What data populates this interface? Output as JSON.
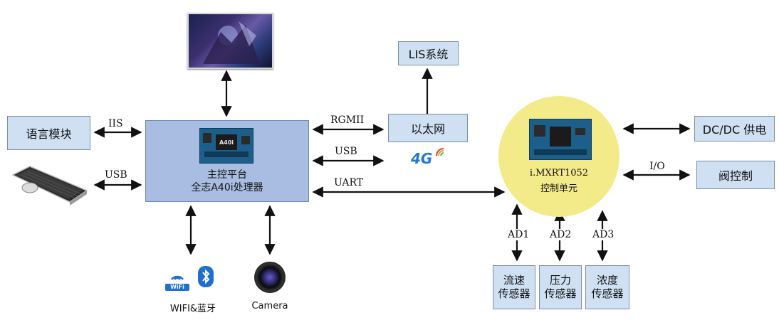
{
  "nodes": {
    "voice_module": "语言模块",
    "main_platform_line1": "主控平台",
    "main_platform_line2": "全志A40i处理器",
    "chip_label": "A40i",
    "lis_system": "LIS系统",
    "ethernet": "以太网",
    "controller_line1": "i.MXRT1052",
    "controller_line2": "控制单元",
    "dcdc": "DC/DC 供电",
    "valve": "阀控制",
    "flow_sensor_line1": "流速",
    "flow_sensor_line2": "传感器",
    "pressure_sensor_line1": "压力",
    "pressure_sensor_line2": "传感器",
    "concentration_sensor_line1": "浓度",
    "concentration_sensor_line2": "传感器"
  },
  "links": {
    "iis": "IIS",
    "usb_keyboard": "USB",
    "rgmii": "RGMII",
    "usb_4g": "USB",
    "uart": "UART",
    "io": "I/O",
    "ad1": "AD1",
    "ad2": "AD2",
    "ad3": "AD3"
  },
  "captions": {
    "wifi_bt": "WIFI&蓝牙",
    "camera": "Camera",
    "wifi_icon_text": "WiFi",
    "four_g": "4G"
  },
  "colors": {
    "box_fill": "#cfe0f3",
    "main_fill": "#a9bde2",
    "controller_fill": "#f3eb8a",
    "arrow": "#111111"
  }
}
